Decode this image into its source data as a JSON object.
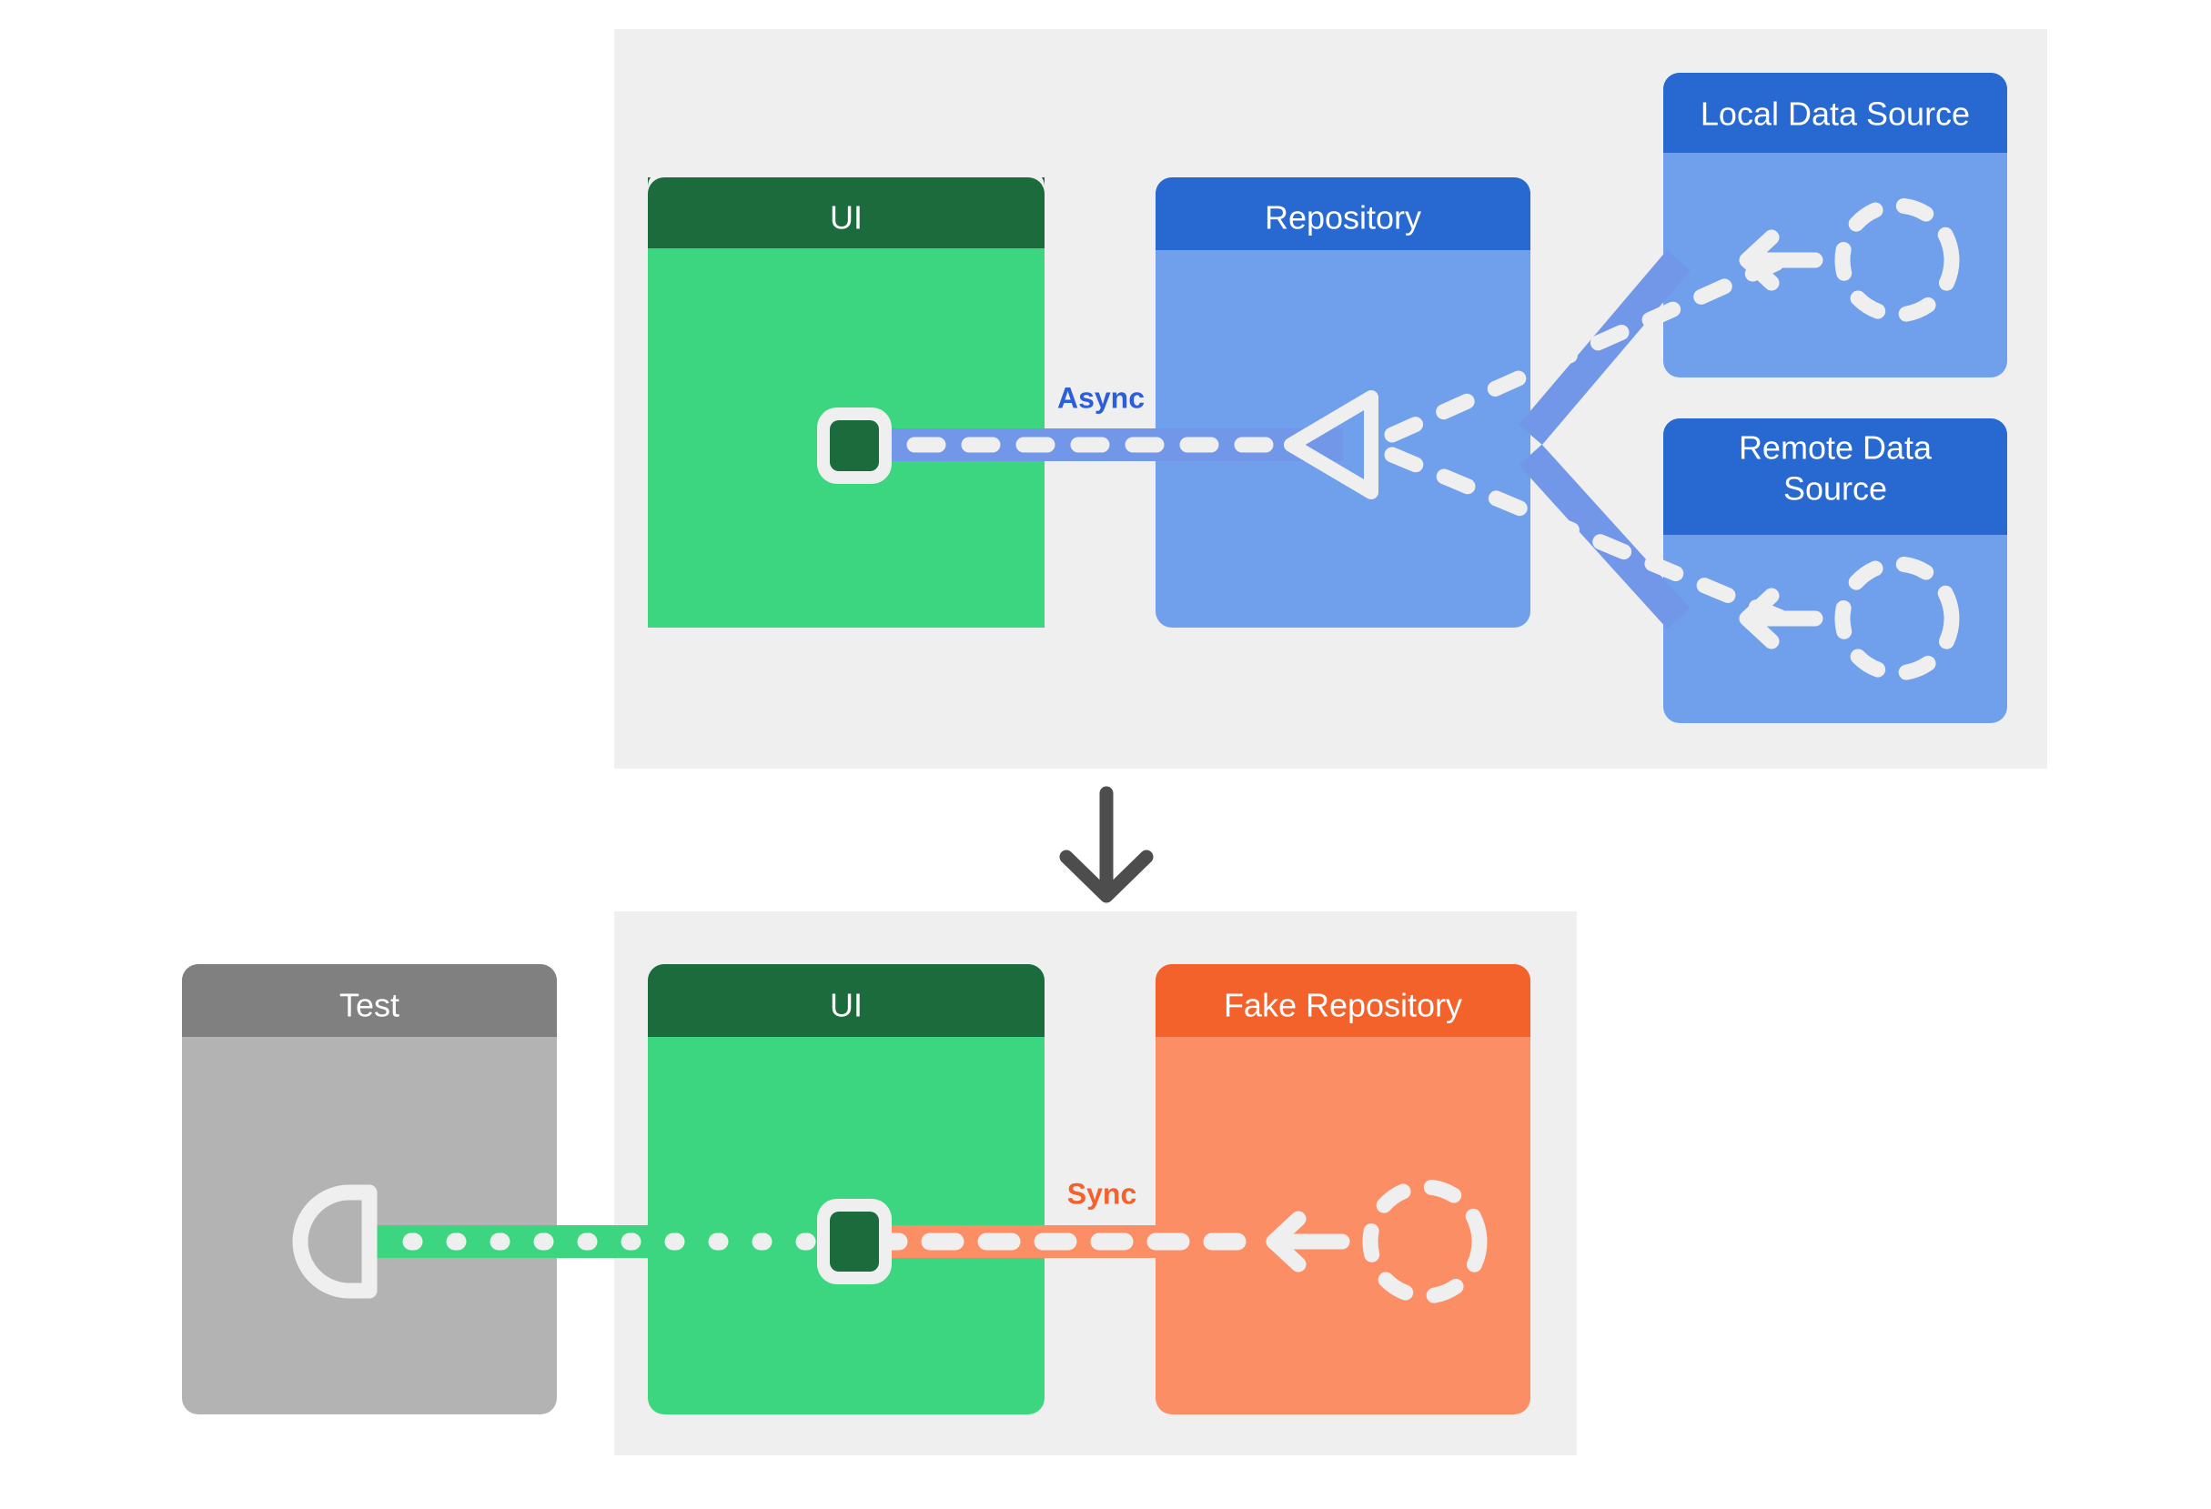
{
  "diagram": {
    "title": "Repository pattern with fake repository for testing",
    "background_color": "#ffffff",
    "panel_color": "#efefef",
    "panels": [
      {
        "id": "production",
        "name": "production-architecture-panel"
      },
      {
        "id": "test",
        "name": "test-architecture-panel"
      }
    ],
    "flow_arrow": {
      "name": "downward-flow-arrow",
      "color": "#4d4d4d",
      "direction": "down"
    }
  },
  "production": {
    "cards": [
      {
        "id": "ui",
        "label": "UI",
        "header_color": "#1b6b3c",
        "body_color": "#3dd680",
        "icon": "square-connector-icon"
      },
      {
        "id": "repository",
        "label": "Repository",
        "header_color": "#2769d0",
        "body_color": "#70a0ec",
        "icon": "triangle-left-icon"
      },
      {
        "id": "local_data_source",
        "label": "Local Data Source",
        "header_color": "#2769d0",
        "body_color": "#70a0ec",
        "icon": "arrow-left-icon",
        "icon_secondary": "dashed-circle-icon"
      },
      {
        "id": "remote_data_source",
        "label": "Remote Data Source",
        "label_line_1": "Remote Data",
        "label_line_2": "Source",
        "header_color": "#2769d0",
        "body_color": "#70a0ec",
        "icon": "arrow-left-icon",
        "icon_secondary": "dashed-circle-icon"
      }
    ],
    "connections": [
      {
        "id": "ui-to-repository",
        "label": "Async",
        "label_color": "#2a5fd9",
        "line_color": "#7297e8",
        "dash_color": "#efefef",
        "from": "ui",
        "to": "repository",
        "style": "dashed"
      },
      {
        "id": "repository-to-local",
        "label": "",
        "line_color": "#7297e8",
        "dash_color": "#efefef",
        "from": "repository",
        "to": "local_data_source",
        "style": "dashed"
      },
      {
        "id": "repository-to-remote",
        "label": "",
        "line_color": "#7297e8",
        "dash_color": "#efefef",
        "from": "repository",
        "to": "remote_data_source",
        "style": "dashed"
      }
    ]
  },
  "test": {
    "cards": [
      {
        "id": "test",
        "label": "Test",
        "header_color": "#808080",
        "body_color": "#b3b3b3",
        "icon": "socket-connector-icon"
      },
      {
        "id": "ui",
        "label": "UI",
        "header_color": "#1b6b3c",
        "body_color": "#3dd680",
        "icon": "square-connector-icon"
      },
      {
        "id": "fake_repository",
        "label": "Fake Repository",
        "header_color": "#f4622c",
        "body_color": "#fc8e65",
        "icon": "arrow-left-icon",
        "icon_secondary": "dashed-circle-icon"
      }
    ],
    "connections": [
      {
        "id": "test-to-ui",
        "label": "",
        "line_color": "#3dd680",
        "dash_color": "#efefef",
        "from": "test",
        "to": "ui",
        "style": "dotted"
      },
      {
        "id": "ui-to-fake-repository",
        "label": "Sync",
        "label_color": "#f4622c",
        "line_color": "#fc8e65",
        "dash_color": "#efefef",
        "from": "ui",
        "to": "fake_repository",
        "style": "dashed"
      }
    ]
  }
}
